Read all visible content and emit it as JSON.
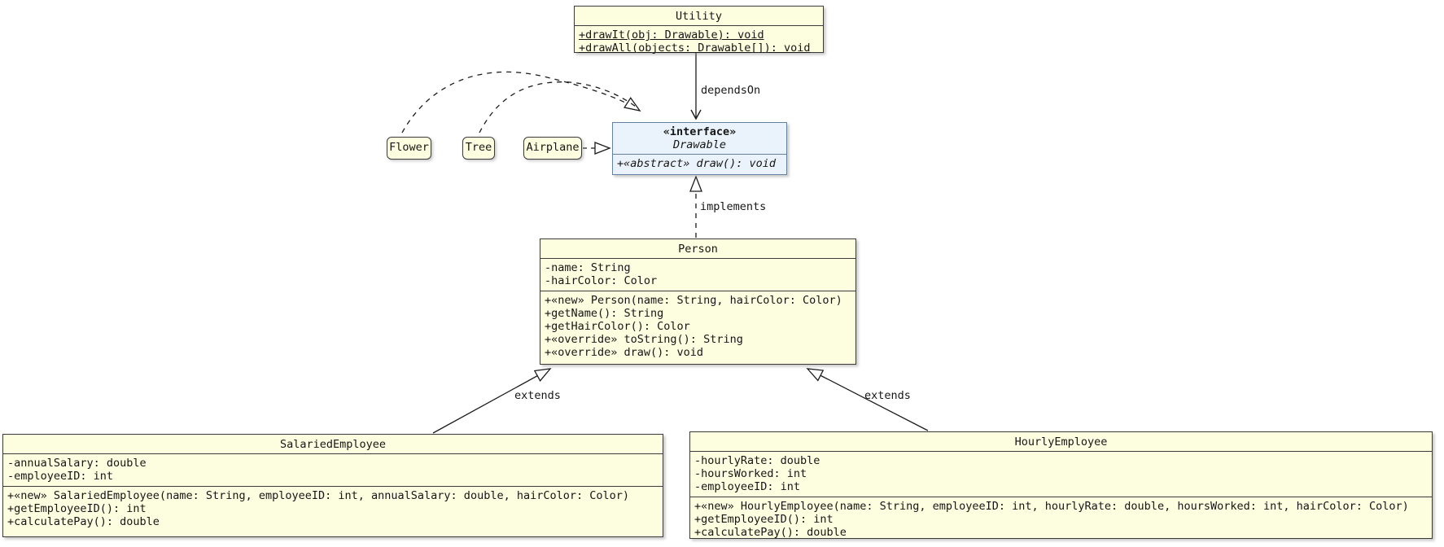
{
  "diagram": {
    "classes": {
      "utility": {
        "name": "Utility",
        "methods": [
          "+drawIt(obj: Drawable): void",
          "+drawAll(objects: Drawable[]): void"
        ]
      },
      "drawable": {
        "stereotype": "«interface»",
        "name": "Drawable",
        "methods": [
          "+«abstract» draw(): void"
        ]
      },
      "flower": {
        "name": "Flower"
      },
      "tree": {
        "name": "Tree"
      },
      "airplane": {
        "name": "Airplane"
      },
      "person": {
        "name": "Person",
        "attributes": [
          "-name: String",
          "-hairColor: Color"
        ],
        "methods": [
          "+«new» Person(name: String, hairColor: Color)",
          "+getName(): String",
          "+getHairColor(): Color",
          "+«override» toString(): String",
          "+«override» draw(): void"
        ]
      },
      "salaried_employee": {
        "name": "SalariedEmployee",
        "attributes": [
          "-annualSalary: double",
          "-employeeID: int"
        ],
        "methods": [
          "+«new» SalariedEmployee(name: String, employeeID: int, annualSalary: double, hairColor: Color)",
          "+getEmployeeID(): int",
          "+calculatePay(): double"
        ]
      },
      "hourly_employee": {
        "name": "HourlyEmployee",
        "attributes": [
          "-hourlyRate: double",
          "-hoursWorked: int",
          "-employeeID: int"
        ],
        "methods": [
          "+«new» HourlyEmployee(name: String, employeeID: int, hourlyRate: double, hoursWorked: int, hairColor: Color)",
          "+getEmployeeID(): int",
          "+calculatePay(): double"
        ]
      }
    },
    "edges": {
      "depends_on_label": "dependsOn",
      "implements_label": "implements",
      "extends_left_label": "extends",
      "extends_right_label": "extends"
    },
    "colors": {
      "class_fill": "#FDFDE0",
      "interface_fill": "#EAF3FB",
      "class_border": "#3a3a3a",
      "interface_border": "#64829e",
      "edge_line": "#1b1b1b",
      "background": "#ffffff"
    }
  }
}
